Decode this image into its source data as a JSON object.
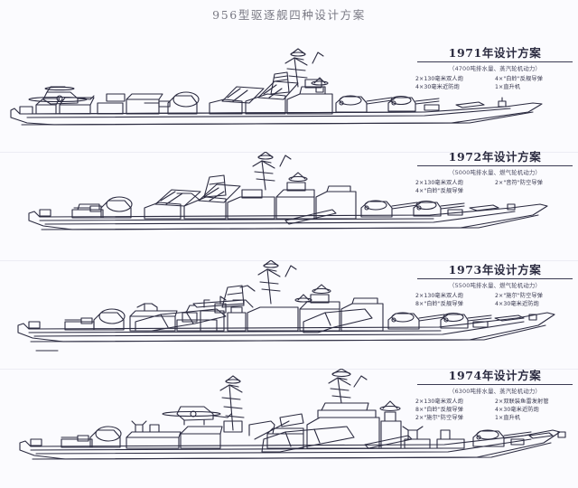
{
  "document": {
    "title": "956型驱逐舰四种设计方案",
    "background_color": "#fbfbfe",
    "ink_color": "#2b2b40"
  },
  "schemes": [
    {
      "id": "scheme-1971",
      "heading": "1971年设计方案",
      "subtitle": "（4700吨排水量、蒸汽轮机动力）",
      "specs": [
        "2×130毫米双人炮",
        "4×\"白蛉\"反舰导弹",
        "4×30毫米近防炮",
        "1×直升机"
      ]
    },
    {
      "id": "scheme-1972",
      "heading": "1972年设计方案",
      "subtitle": "（5000吨排水量、燃气轮机动力）",
      "specs": [
        "2×130毫米双人炮",
        "2×\"音符\"防空导弹",
        "4×\"白蛉\"反舰导弹"
      ]
    },
    {
      "id": "scheme-1973",
      "heading": "1973年设计方案",
      "subtitle": "（5500吨排水量、燃气轮机动力）",
      "specs": [
        "2×130毫米双人炮",
        "2×\"施尔\"防空导弹",
        "8×\"白蛉\"反舰导弹",
        "4×30毫米近防炮"
      ]
    },
    {
      "id": "scheme-1974",
      "heading": "1974年设计方案",
      "subtitle": "（6300吨排水量、蒸汽轮机动力）",
      "specs": [
        "2×130毫米双人炮",
        "2×双联装鱼雷发射管",
        "8×\"白蛉\"反舰导弹",
        "4×30毫米近防炮",
        "2×\"施尔\"防空导弹",
        "1×直升机"
      ]
    }
  ]
}
